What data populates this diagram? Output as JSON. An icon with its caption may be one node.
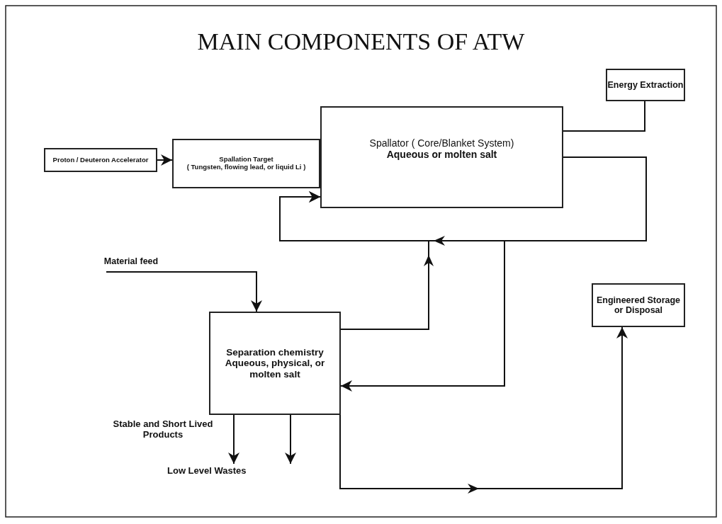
{
  "diagram": {
    "title": "MAIN COMPONENTS OF ATW",
    "nodes": [
      {
        "text": [
          "Proton / Deuteron Accelerator"
        ]
      },
      {
        "text": [
          "Spallation Target",
          "( Tungsten, flowing lead, or liquid Li )"
        ]
      },
      {
        "text": [
          "Spallator ( Core/Blanket System)",
          "Aqueous or molten salt"
        ]
      },
      {
        "text": [
          "Energy Extraction"
        ]
      },
      {
        "text": [
          "Material feed"
        ]
      },
      {
        "text": [
          "Separation chemistry",
          "Aqueous, physical, or molten salt"
        ]
      },
      {
        "text": [
          "Engineered Storage or Disposal"
        ]
      },
      {
        "text": [
          "Low Level Wastes"
        ]
      }
    ],
    "edges": [
      {
        "from": 0,
        "to": 1,
        "arrow": "to"
      },
      {
        "from": 2,
        "to": 3,
        "arrow": "none"
      },
      {
        "from": 2,
        "to": 2,
        "arrow": "to"
      },
      {
        "from": 5,
        "to": 2,
        "arrow": "to"
      },
      {
        "from": 2,
        "to": 5,
        "arrow": "to"
      },
      {
        "from": 4,
        "to": 5,
        "arrow": "to"
      },
      {
        "from": 5,
        "to": 7,
        "arrow": "to",
        "label": "Stable and Short Lived Products"
      },
      {
        "from": 5,
        "to": 7,
        "arrow": "to"
      },
      {
        "from": 5,
        "to": 6,
        "arrow": "to"
      }
    ]
  }
}
